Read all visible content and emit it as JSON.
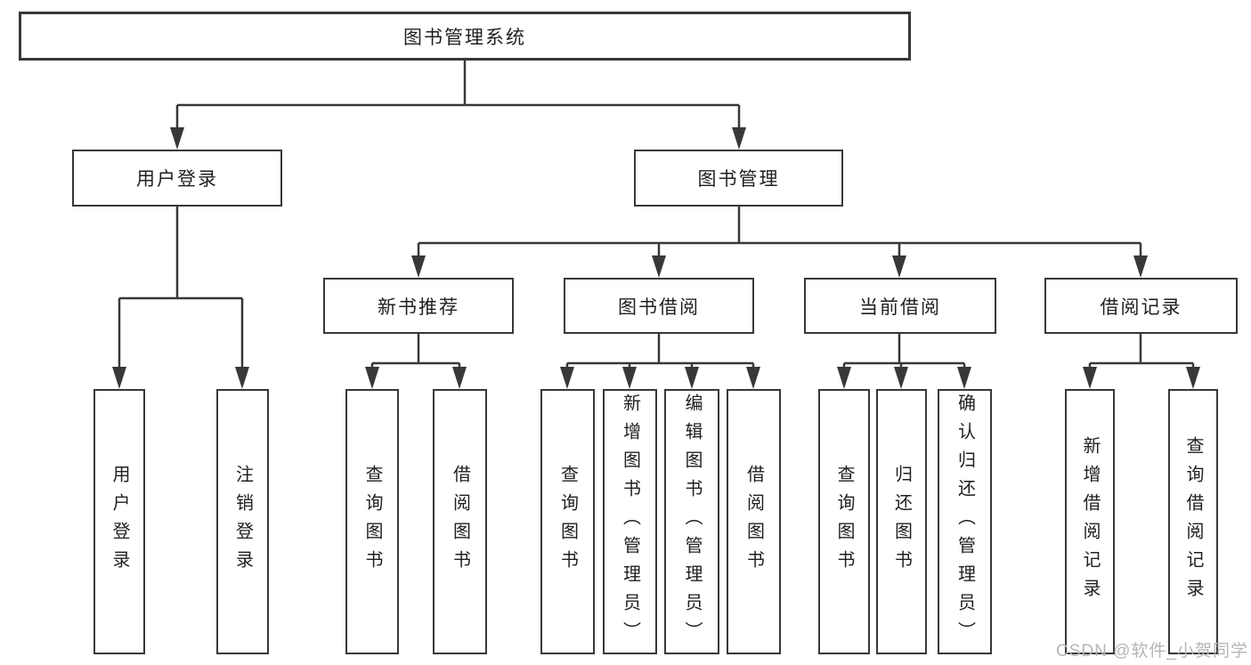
{
  "nodes": {
    "root": {
      "label": "图书管理系统"
    },
    "level2": [
      {
        "label": "用户登录"
      },
      {
        "label": "图书管理"
      }
    ],
    "level3": [
      {
        "label": "新书推荐"
      },
      {
        "label": "图书借阅"
      },
      {
        "label": "当前借阅"
      },
      {
        "label": "借阅记录"
      }
    ],
    "leaves": [
      {
        "label": "用户登录"
      },
      {
        "label": "注销登录"
      },
      {
        "label": "查询图书"
      },
      {
        "label": "借阅图书"
      },
      {
        "label": "查询图书"
      },
      {
        "label": "新增图书（管理员）"
      },
      {
        "label": "编辑图书（管理员）"
      },
      {
        "label": "借阅图书"
      },
      {
        "label": "查询图书"
      },
      {
        "label": "归还图书"
      },
      {
        "label": "确认归还（管理员）"
      },
      {
        "label": "新增借阅记录"
      },
      {
        "label": "查询借阅记录"
      }
    ]
  },
  "watermark": "CSDN @软件_小贺同学",
  "colors": {
    "line": "#383838",
    "text": "#1f1f1f",
    "watermark": "#b5b5b5",
    "background": "#ffffff"
  }
}
